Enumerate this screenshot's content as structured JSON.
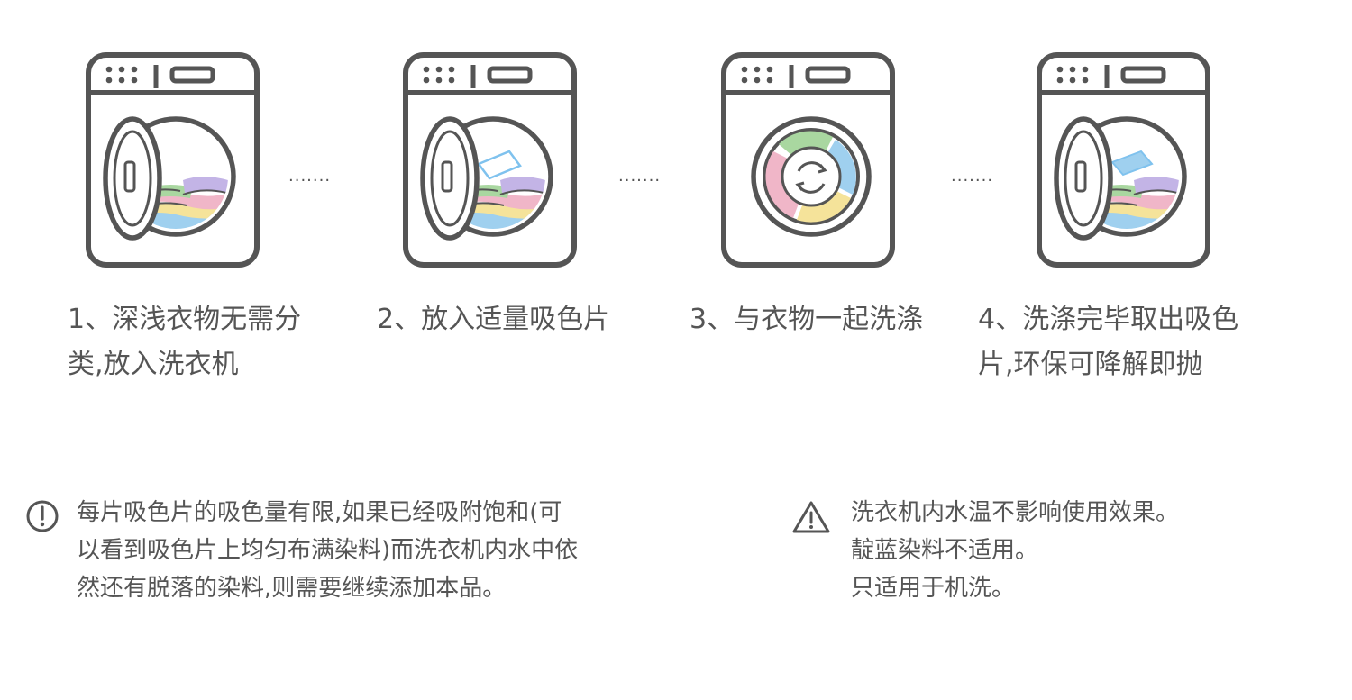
{
  "steps": [
    {
      "icon": "washing-machine-open-door-clothes-icon",
      "separator": "·······",
      "caption_lines": [
        "1、深浅衣物无需分",
        "类,放入洗衣机"
      ]
    },
    {
      "icon": "washing-machine-open-door-sheet-icon",
      "separator": "·······",
      "caption_lines": [
        "2、放入适量吸色片"
      ]
    },
    {
      "icon": "washing-machine-closed-door-rotating-icon",
      "separator": "·······",
      "caption_lines": [
        "3、与衣物一起洗涤"
      ]
    },
    {
      "icon": "washing-machine-open-door-blue-sheet-icon",
      "caption_lines": [
        "4、洗涤完毕取出吸色",
        "片,环保可降解即抛"
      ]
    }
  ],
  "notes": [
    {
      "icon": "info-circle-icon",
      "lines": [
        "每片吸色片的吸色量有限,如果已经吸附饱和(可",
        "以看到吸色片上均匀布满染料)而洗衣机内水中依",
        "然还有脱落的染料,则需要继续添加本品。"
      ]
    },
    {
      "icon": "warning-triangle-icon",
      "lines": [
        "洗衣机内水温不影响使用效果。",
        "靛蓝染料不适用。",
        "只适用于机洗。"
      ]
    }
  ],
  "colors": {
    "outline": "#555555",
    "blue_sheet": "#7fc2ee",
    "green": "#a9d7a0",
    "pink": "#f0b6c8",
    "yellow": "#f5e39a",
    "purple": "#c3b4e6",
    "blue": "#9fd0ef"
  }
}
